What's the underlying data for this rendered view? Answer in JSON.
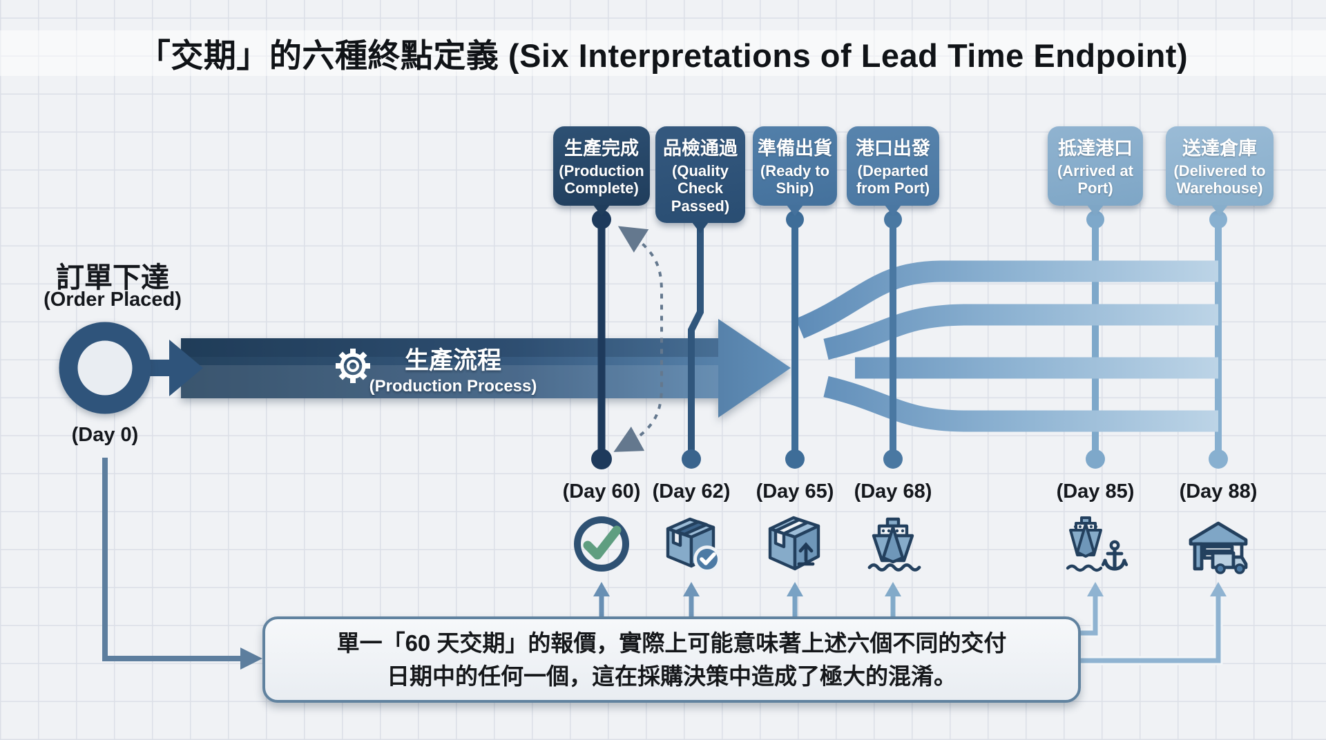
{
  "title": "「交期」的六種終點定義 (Six Interpretations of Lead Time Endpoint)",
  "start": {
    "label_zh": "訂單下達",
    "label_en": "(Order Placed)",
    "day": "(Day 0)",
    "marker": "start-ring-circle"
  },
  "process": {
    "label_zh": "生產流程",
    "label_en": "(Production Process)",
    "icon": "gear-icon"
  },
  "endpoints": [
    {
      "label_zh": "生產完成",
      "label_en": "(Production Complete)",
      "day": "(Day 60)",
      "icon": "check-circle-icon",
      "color": "#203d5c"
    },
    {
      "label_zh": "品檢通過",
      "label_en": "(Quality Check Passed)",
      "day": "(Day 62)",
      "icon": "box-check-icon",
      "color": "#294d72"
    },
    {
      "label_zh": "準備出貨",
      "label_en": "(Ready to Ship)",
      "day": "(Day 65)",
      "icon": "box-up-arrow-icon",
      "color": "#44719c"
    },
    {
      "label_zh": "港口出發",
      "label_en": "(Departed from Port)",
      "day": "(Day 68)",
      "icon": "ship-icon",
      "color": "#4a77a2"
    },
    {
      "label_zh": "抵達港口",
      "label_en": "(Arrived at Port)",
      "day": "(Day 85)",
      "icon": "ship-anchor-icon",
      "color": "#7ea6c6"
    },
    {
      "label_zh": "送達倉庫",
      "label_en": "(Delivered to Warehouse)",
      "day": "(Day 88)",
      "icon": "warehouse-truck-icon",
      "color": "#88aecb"
    }
  ],
  "note": {
    "line1": "單一「60 天交期」的報價，實際上可能意味著上述六個不同的交付",
    "line2": "日期中的任何一個，這在採購決策中造成了極大的混淆。"
  },
  "colors": {
    "background": "#f0f2f5",
    "grid_line": "#dbdfe7",
    "arrow_dark": "#24425e",
    "arrow_light": "#6290ba",
    "fan_start": "#5d8bb7",
    "fan_end": "#c2d8e9",
    "note_border": "#60829f",
    "dashed_loop": "#64788e",
    "check_green": "#5f9e80"
  }
}
